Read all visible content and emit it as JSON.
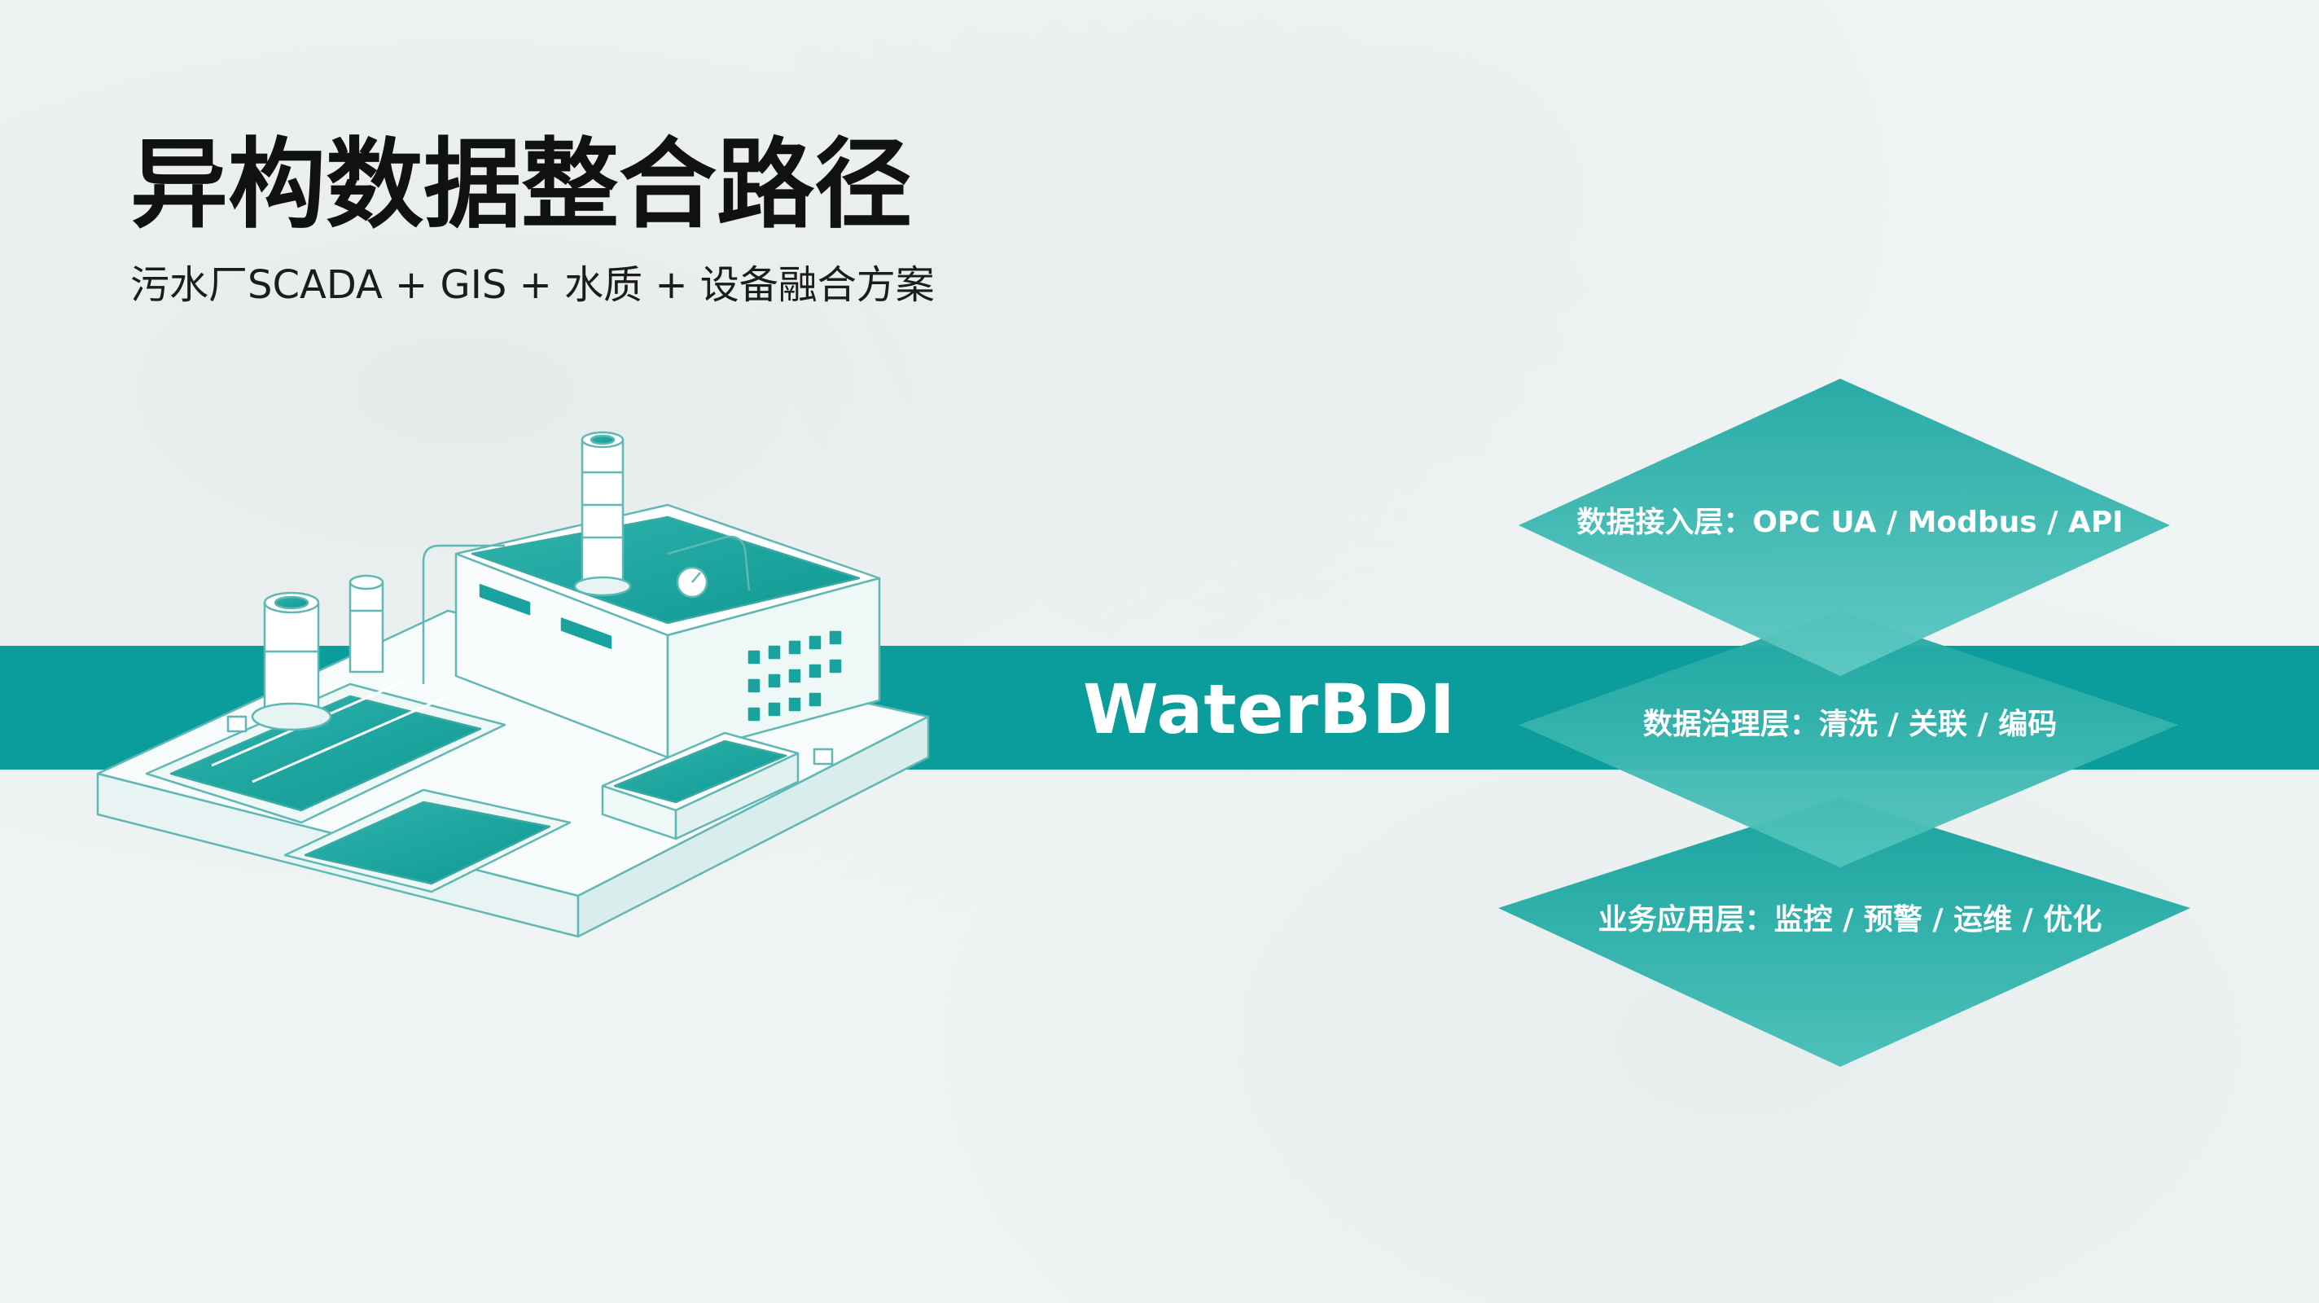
{
  "header": {
    "title": "异构数据整合路径",
    "subtitle": "污水厂SCADA + GIS + 水质 + 设备融合方案"
  },
  "band": {
    "label": "WaterBDI"
  },
  "layers": [
    {
      "label": "数据接入层：OPC UA / Modbus / API"
    },
    {
      "label": "数据治理层：清洗 / 关联 / 编码"
    },
    {
      "label": "业务应用层：监控 / 预警 / 运维 / 优化"
    }
  ],
  "colors": {
    "accent": "#0b9c9c",
    "background": "#f1f4f4",
    "title_text": "#111111",
    "layer_fill": "#19a8a4"
  },
  "illustration": {
    "icon": "wastewater-treatment-plant-icon"
  }
}
